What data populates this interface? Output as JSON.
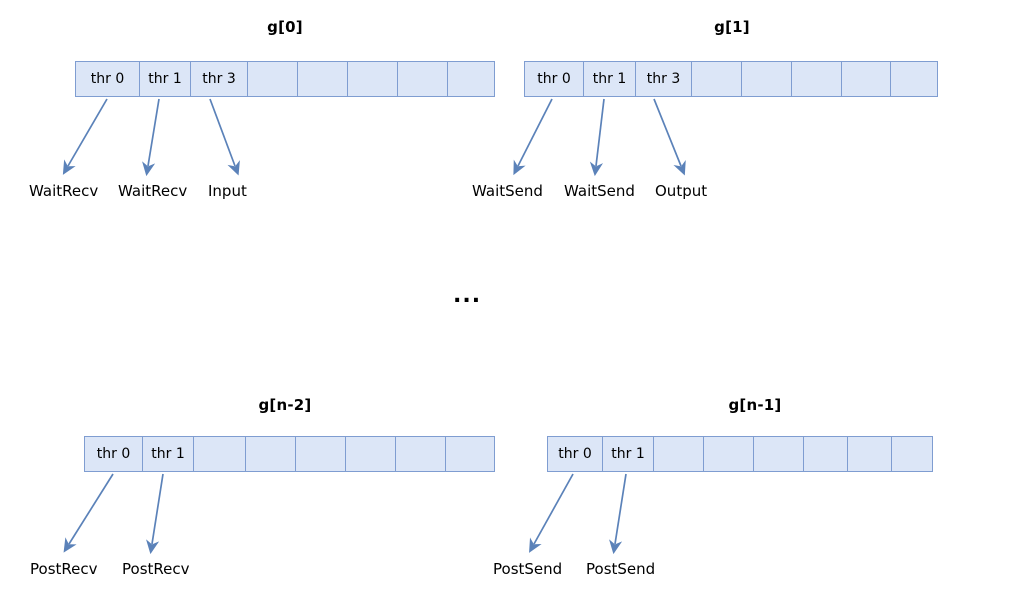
{
  "diagram": {
    "type": "thread-group-schedule-diagram",
    "ellipsis": "...",
    "colors": {
      "cell_fill": "#DCE6F7",
      "cell_border": "#7F9DD1",
      "arrow": "#5B82B9",
      "text": "#000000"
    },
    "groups": [
      {
        "title": "g[0]",
        "cells": [
          "thr 0",
          "thr 1",
          "thr 3",
          "",
          "",
          "",
          "",
          ""
        ],
        "labels": [
          "WaitRecv",
          "WaitRecv",
          "Input"
        ]
      },
      {
        "title": "g[1]",
        "cells": [
          "thr 0",
          "thr 1",
          "thr 3",
          "",
          "",
          "",
          "",
          ""
        ],
        "labels": [
          "WaitSend",
          "WaitSend",
          "Output"
        ]
      },
      {
        "title": "g[n-2]",
        "cells": [
          "thr 0",
          "thr 1",
          "",
          "",
          "",
          "",
          "",
          ""
        ],
        "labels": [
          "PostRecv",
          "PostRecv"
        ]
      },
      {
        "title": "g[n-1]",
        "cells": [
          "thr 0",
          "thr 1",
          "",
          "",
          "",
          "",
          "",
          ""
        ],
        "labels": [
          "PostSend",
          "PostSend"
        ]
      }
    ]
  }
}
